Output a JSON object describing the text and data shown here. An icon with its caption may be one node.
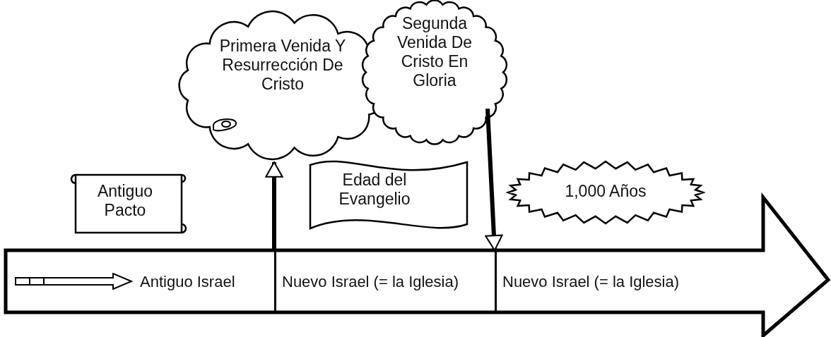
{
  "diagram": {
    "nodes": [
      {
        "text": [
          "Antiguo Pacto"
        ]
      },
      {
        "text": [
          "Primera Venida Y Resurrección De Cristo"
        ]
      },
      {
        "text": [
          "Segunda Venida De Cristo En Gloria"
        ]
      },
      {
        "text": [
          "Edad del Evangelio"
        ]
      },
      {
        "text": [
          "1,000 Años"
        ]
      },
      {
        "text": [],
        "shape": "arrow"
      },
      {
        "text": [
          "Antiguo Israel"
        ],
        "in": 5
      },
      {
        "text": [
          "Nuevo Israel (= la Iglesia)"
        ],
        "in": 5
      },
      {
        "text": [
          "Nuevo Israel (= la Iglesia)"
        ],
        "in": 5
      }
    ],
    "edges": [
      {
        "from": 7,
        "to": 1,
        "arrow": "to"
      },
      {
        "from": 2,
        "to": 7,
        "arrow": "to"
      }
    ]
  }
}
